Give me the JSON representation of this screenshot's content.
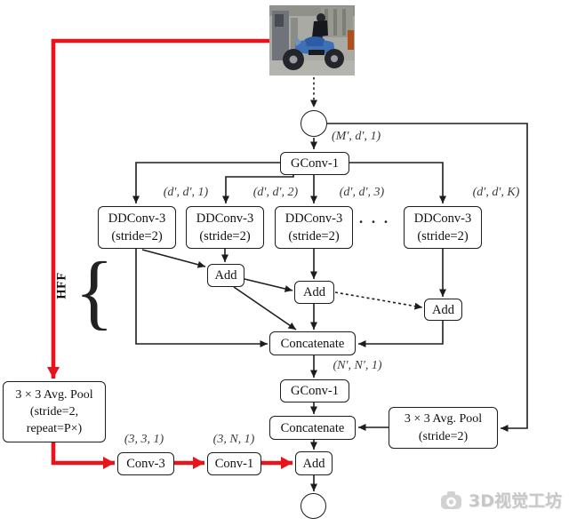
{
  "boxes": {
    "gconv_top": "GConv-1",
    "gconv_mid": "GConv-1",
    "ddconv": {
      "line1": "DDConv-3",
      "line2": "(stride=2)"
    },
    "add1": "Add",
    "add2": "Add",
    "add3": "Add",
    "add4": "Add",
    "concat_top": "Concatenate",
    "concat_bottom": "Concatenate",
    "avgpool_left": {
      "line1": "3 × 3 Avg. Pool",
      "line2": "(stride=2,",
      "line3": "repeat=P×)"
    },
    "avgpool_right": {
      "line1": "3 × 3 Avg. Pool",
      "line2": "(stride=2)"
    },
    "conv3": "Conv-3",
    "conv1": "Conv-1"
  },
  "edge_labels": {
    "input": "(M′, d′, 1)",
    "branch1": "(d′, d′, 1)",
    "branch2": "(d′, d′, 2)",
    "branch3": "(d′, d′, 3)",
    "branchK": "(d′, d′, K)",
    "concat_out": "(N′, N′, 1)",
    "conv3_in": "(3, 3, 1)",
    "conv1_in": "(3, N, 1)"
  },
  "annotations": {
    "hff": "HFF",
    "ellipsis": "· · ·"
  },
  "watermark": {
    "brand": "3D视觉工坊"
  },
  "colors": {
    "accent_red": "#e8131b",
    "line_black": "#1d1d1d",
    "watermark_gray": "#c7c7c7"
  }
}
